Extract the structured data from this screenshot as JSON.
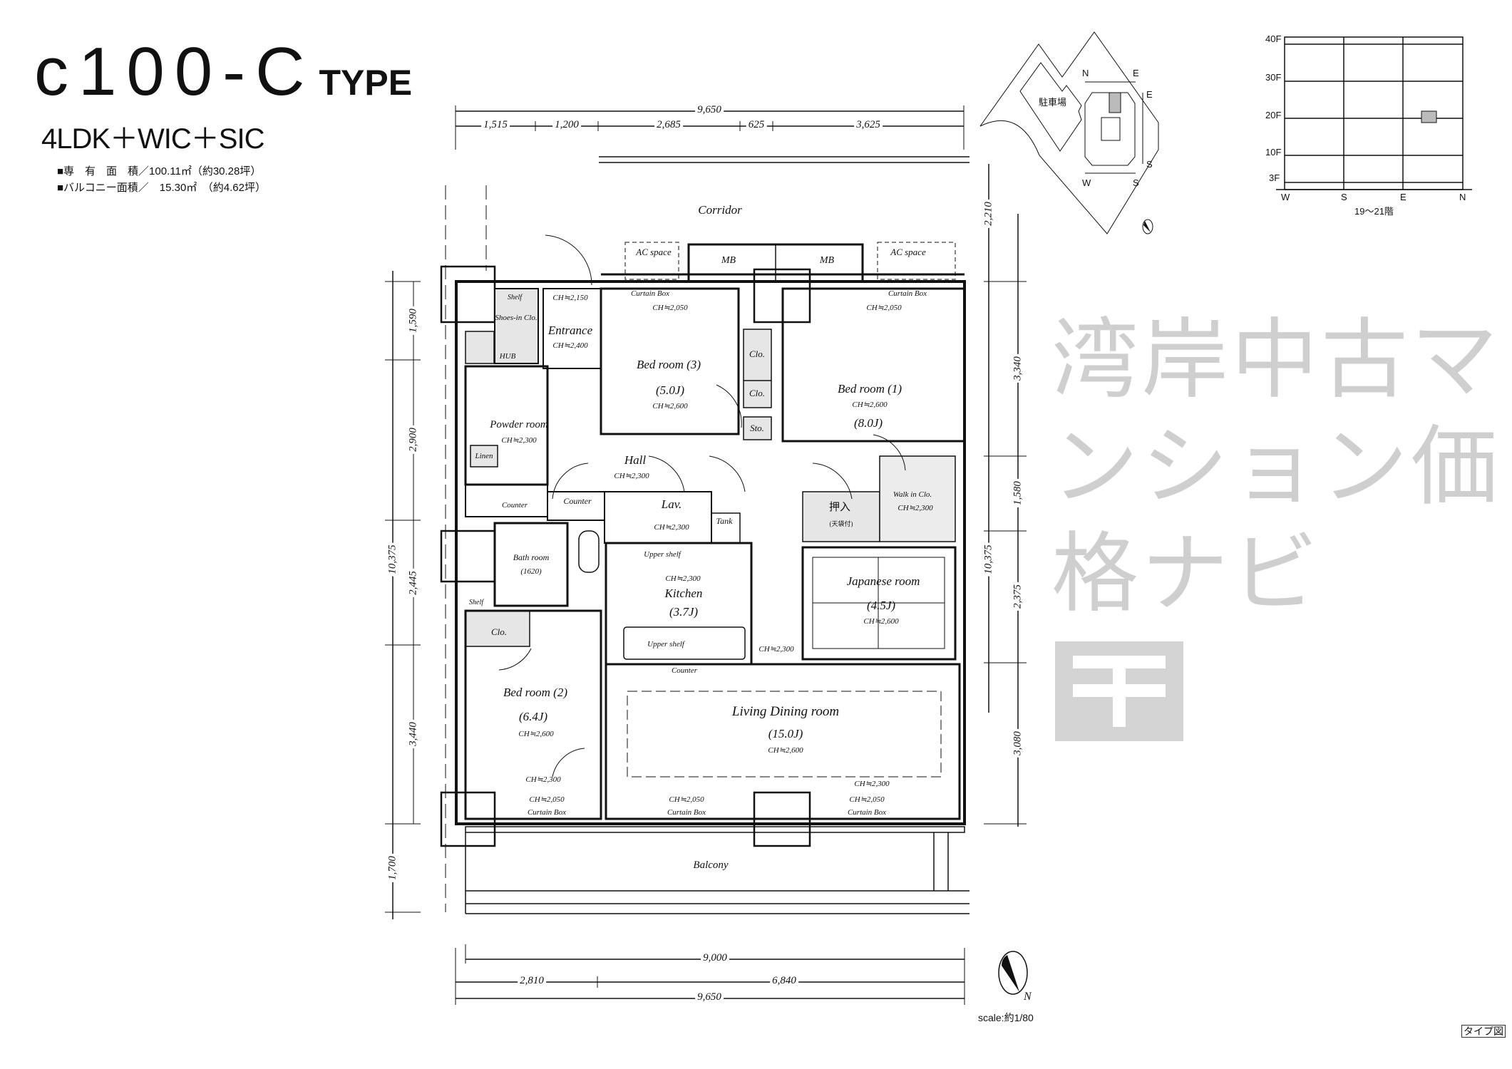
{
  "header": {
    "title": "c100-C",
    "title_suffix": "TYPE",
    "layout": "4LDK＋WIC＋SIC",
    "exclusive_area": "■専　有　面　積／100.11㎡（約30.28坪）",
    "balcony_area": "■バルコニー面積／　15.30㎡　（約4.62坪）"
  },
  "watermark": "湾岸中古マンション価格ナビ",
  "dimensions": {
    "top_total": "9,650",
    "top_segments": [
      "1,515",
      "1,200",
      "2,685",
      "625",
      "3,625"
    ],
    "left_total": "10,375",
    "left_segments": [
      "1,590",
      "2,900",
      "2,445",
      "3,440",
      "1,700"
    ],
    "right_total": "10,375",
    "right_segments": [
      "2,210",
      "3,340",
      "1,580",
      "2,375",
      "3,080"
    ],
    "bottom_inner": "9,000",
    "bottom_segments": [
      "2,810",
      "6,840"
    ],
    "bottom_total": "9,650"
  },
  "rooms": {
    "corridor": "Corridor",
    "entrance": "Entrance",
    "entrance_ch": "CH≒2,400",
    "bed3": "Bed room (3)",
    "bed3_size": "(5.0J)",
    "bed3_ch": "CH≒2,600",
    "bed1": "Bed room (1)",
    "bed1_size": "(8.0J)",
    "bed1_ch": "CH≒2,600",
    "bed2": "Bed room (2)",
    "bed2_size": "(6.4J)",
    "bed2_ch": "CH≒2,600",
    "powder": "Powder room",
    "powder_ch": "CH≒2,300",
    "hall": "Hall",
    "hall_ch": "CH≒2,300",
    "lav": "Lav.",
    "lav_ch": "CH≒2,300",
    "kitchen": "Kitchen",
    "kitchen_size": "(3.7J)",
    "kitchen_ch": "CH≒2,300",
    "japanese": "Japanese room",
    "japanese_size": "(4.5J)",
    "japanese_ch": "CH≒2,600",
    "bath": "Bath room",
    "bath_size": "(1620)",
    "ldr": "Living Dining room",
    "ldr_size": "(15.0J)",
    "ldr_ch": "CH≒2,600",
    "balcony": "Balcony",
    "mb": "MB",
    "ac_space": "AC space",
    "curtain_box": "Curtain Box",
    "counter": "Counter",
    "tank": "Tank",
    "clo": "Clo.",
    "sto": "Sto.",
    "shelf": "Shelf",
    "linen": "Linen",
    "shoes": "Shoes-in Clo.",
    "oshiire": "押入",
    "oshiire_sub": "(天袋付)",
    "wic": "Walk in Clo.",
    "upper_shelf": "Upper shelf",
    "ch_2050": "CH≒2,050",
    "ch_2150": "CH≒2,150",
    "ch_2300": "CH≒2,300",
    "hub": "HUB"
  },
  "key_plan": {
    "parking": "駐車場",
    "n": "N",
    "e": "E",
    "s": "S",
    "w": "W"
  },
  "floor_chart": {
    "floors": [
      "40F",
      "30F",
      "20F",
      "10F",
      "3F"
    ],
    "sides": [
      "W",
      "S",
      "E",
      "N"
    ],
    "caption": "19～21階"
  },
  "compass_label": "N",
  "scale": "scale:約1/80",
  "badge": "タイプ図"
}
